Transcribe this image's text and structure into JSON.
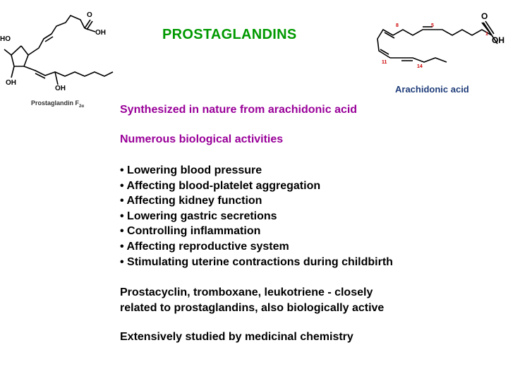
{
  "title": "PROSTAGLANDINS",
  "structures": {
    "prostaglandin": {
      "label": "Prostaglandin F",
      "label_sub": "2α",
      "atoms": {
        "O": "O",
        "OH": "OH",
        "HO": "HO",
        "OH_ring": "OH",
        "OH_chain": "OH"
      }
    },
    "arachidonic": {
      "label": "Arachidonic acid",
      "atoms": {
        "O": "O",
        "OH": "OH",
        "n1": "1",
        "n5": "5",
        "n8": "8",
        "n11": "11",
        "n14": "14"
      }
    }
  },
  "intro": "Synthesized in nature from arachidonic acid",
  "activities_heading": "Numerous biological activities",
  "activities": [
    "• Lowering blood pressure",
    "• Affecting blood-platelet aggregation",
    "• Affecting kidney function",
    "• Lowering gastric secretions",
    "• Controlling inflammation",
    "• Affecting reproductive system",
    "• Stimulating uterine contractions during childbirth"
  ],
  "related_line1": "Prostacyclin, tromboxane, leukotriene - closely",
  "related_line2": "related to prostaglandins, also biologically active",
  "medchem": "Extensively studied by medicinal chemistry",
  "colors": {
    "title": "#009900",
    "pink": "#990099",
    "locant": "#cc0000",
    "aa_label": "#1f3d7a"
  }
}
